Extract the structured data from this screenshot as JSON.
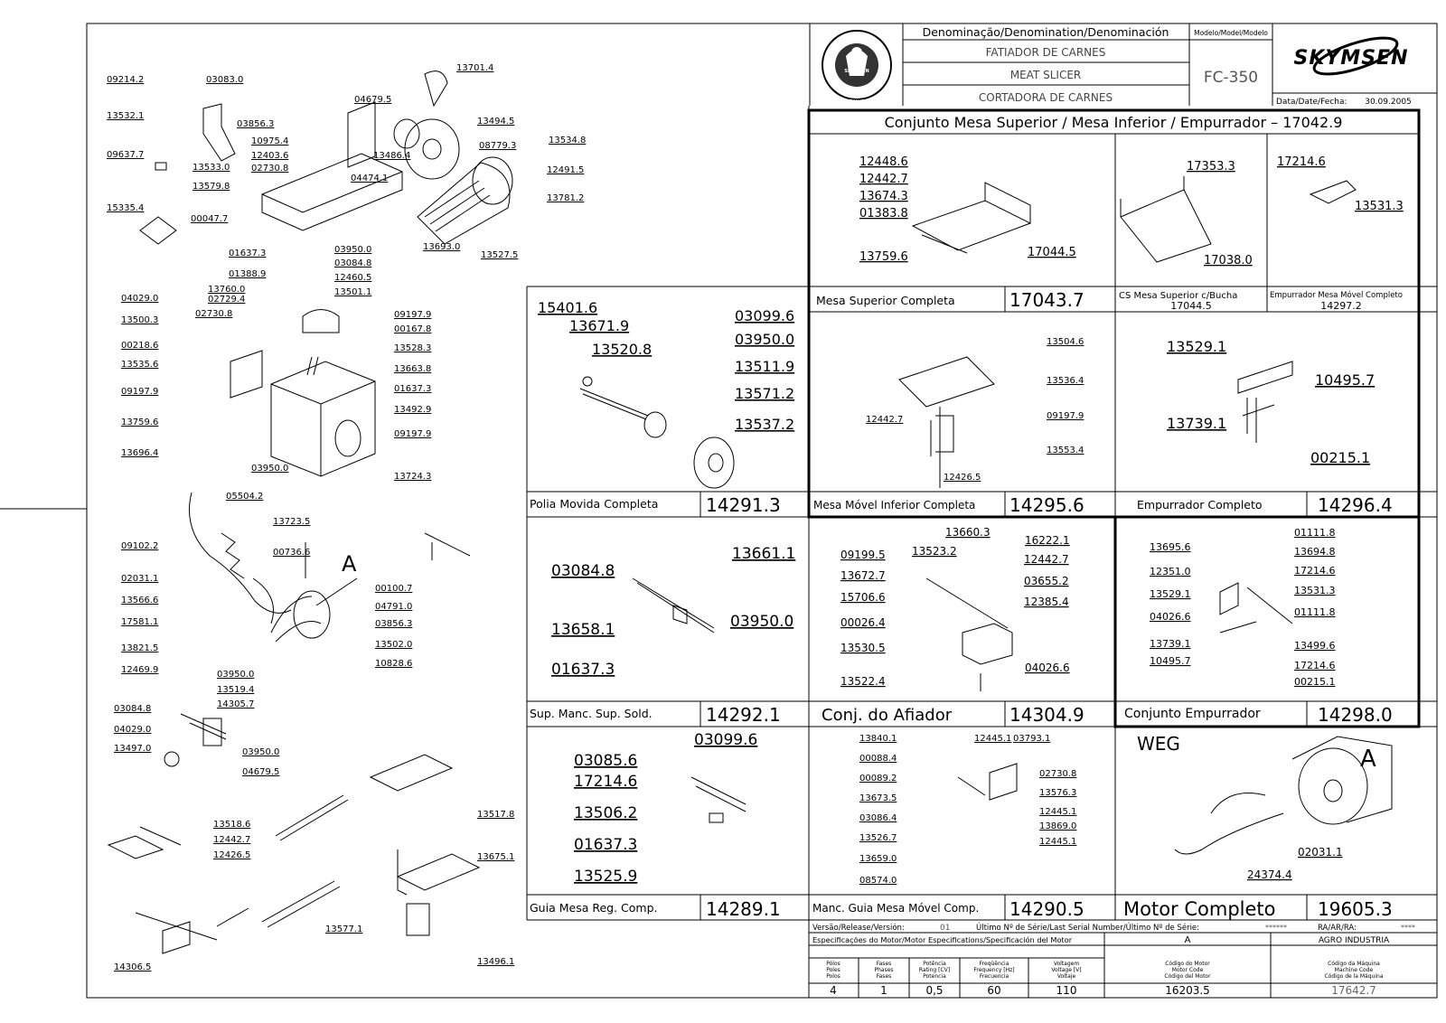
{
  "header": {
    "denomination_label": "Denominação/Denomination/Denominación",
    "names": [
      "FATIADOR DE CARNES",
      "MEAT SLICER",
      "CORTADORA DE CARNES"
    ],
    "model_label": "Modelo/Model/Modelo",
    "model": "FC-350",
    "brand": "SKYMSEN",
    "date_label": "Data/Date/Fecha:",
    "date": "30.09.2005",
    "seal_text": "ASSISTÊNCIA TÉCNICA AUTORIZADA"
  },
  "assembly_title": "Conjunto  Mesa  Superior  /  Mesa  Inferior  /  Empurrador  –  17042.9",
  "panels": {
    "mesa_superior": {
      "caption": "Mesa  Superior  Completa",
      "code": "17043.7",
      "labels": [
        "12448.6",
        "12442.7",
        "13674.3",
        "01383.8",
        "13759.6",
        "17044.5"
      ]
    },
    "cs_mesa": {
      "caption": "CS Mesa Superior c/Bucha",
      "code": "17044.5",
      "labels": [
        "17353.3",
        "17038.0"
      ]
    },
    "empurrador_movel": {
      "caption": "Empurrador Mesa Móvel Completo",
      "code": "14297.2",
      "labels": [
        "17214.6",
        "13531.3"
      ]
    },
    "polia": {
      "caption": "Polia  Movida  Completa",
      "code": "14291.3",
      "labels": [
        "15401.6",
        "13671.9",
        "13520.8",
        "03099.6",
        "03950.0",
        "13511.9",
        "13571.2",
        "13537.2"
      ]
    },
    "mesa_movel": {
      "caption": "Mesa  Móvel  Inferior  Completa",
      "code": "14295.6",
      "labels": [
        "13504.6",
        "13536.4",
        "09197.9",
        "12442.7",
        "13553.4",
        "12426.5"
      ]
    },
    "empurrador": {
      "caption": "Empurrador  Completo",
      "code": "14296.4",
      "labels": [
        "13529.1",
        "10495.7",
        "13739.1",
        "00215.1"
      ]
    },
    "suporte": {
      "caption": "Sup. Manc. Sup. Sold.",
      "code": "14292.1",
      "labels": [
        "03084.8",
        "13661.1",
        "13658.1",
        "03950.0",
        "01637.3"
      ]
    },
    "afiador": {
      "caption": "Conj.  do  Afiador",
      "code": "14304.9",
      "labels": [
        "13660.3",
        "16222.1",
        "09199.5",
        "13523.2",
        "12442.7",
        "13672.7",
        "03655.2",
        "15706.6",
        "12385.4",
        "00026.4",
        "13530.5",
        "04026.6",
        "13522.4"
      ]
    },
    "conj_empurrador": {
      "caption": "Conjunto  Empurrador",
      "code": "14298.0",
      "labels": [
        "13695.6",
        "01111.8",
        "13694.8",
        "12351.0",
        "17214.6",
        "13529.1",
        "13531.3",
        "04026.6",
        "01111.8",
        "13739.1",
        "13499.6",
        "10495.7",
        "17214.6",
        "00215.1"
      ]
    },
    "guia": {
      "caption": "Guia  Mesa  Reg.  Comp.",
      "code": "14289.1",
      "labels": [
        "03099.6",
        "03085.6",
        "17214.6",
        "13506.2",
        "01637.3",
        "13525.9"
      ]
    },
    "manc_guia": {
      "caption": "Manc.  Guia  Mesa  Móvel  Comp.",
      "code": "14290.5",
      "labels": [
        "13840.1",
        "12445.1",
        "03793.1",
        "00088.4",
        "02730.8",
        "00089.2",
        "13576.3",
        "13673.5",
        "12445.1",
        "03086.4",
        "13869.0",
        "13526.7",
        "12445.1",
        "13659.0",
        "08574.0"
      ]
    },
    "motor": {
      "caption": "Motor  Completo",
      "code": "19605.3",
      "brand": "WEG",
      "detail": "A",
      "labels": [
        "02031.1",
        "24374.4"
      ]
    }
  },
  "main_labels": [
    "09214.2",
    "03083.0",
    "13701.4",
    "13532.1",
    "04679.5",
    "03856.3",
    "13494.5",
    "10975.4",
    "13486.4",
    "08779.3",
    "13534.8",
    "09637.7",
    "12403.6",
    "02730.8",
    "04474.1",
    "12491.5",
    "13533.0",
    "13579.8",
    "13781.2",
    "15335.4",
    "00047.7",
    "13693.0",
    "13527.5",
    "01637.3",
    "03950.0",
    "03084.8",
    "01388.9",
    "12460.5",
    "13501.1",
    "13760.0",
    "04029.0",
    "02729.4",
    "09197.9",
    "02730.8",
    "00167.8",
    "13500.3",
    "13528.3",
    "00218.6",
    "13535.6",
    "13663.8",
    "01637.3",
    "09197.9",
    "13492.9",
    "13759.6",
    "09197.9",
    "13696.4",
    "03950.0",
    "13724.3",
    "05504.2",
    "13723.5",
    "09102.2",
    "00736.6",
    "02031.1",
    "00100.7",
    "13566.6",
    "04791.0",
    "03856.3",
    "17581.1",
    "13502.0",
    "13821.5",
    "10828.6",
    "12469.9",
    "03950.0",
    "13519.4",
    "03084.8",
    "14305.7",
    "04029.0",
    "03950.0",
    "13497.0",
    "04679.5",
    "13518.6",
    "12442.7",
    "12426.5",
    "13517.8",
    "13675.1",
    "13577.1",
    "14306.5",
    "13496.1"
  ],
  "detail_letter": "A",
  "footer": {
    "version_label": "Versão/Release/Versión:",
    "version": "01",
    "serial_label": "Último Nº de Série/Last Serial Number/Último Nº de Série:",
    "serial": "******",
    "ra_label": "RA/AR/RA:",
    "ra": "****",
    "motor_spec_label": "Especificações do Motor/Motor Especifications/Specificación del Motor",
    "motor_col_a": "A",
    "agro": "AGRO INDUSTRIA",
    "spec_headers": [
      "Pólos\nPoles\nPolos",
      "Fases\nPhases\nFases",
      "Potência\nRating [CV]\nPotencia",
      "Freqüência\nFrequency [Hz]\nFrecuencia",
      "Voltagem\nVoltage [V]\nVoltaje",
      "Código do Motor\nMotor Code\nCódigo del Motor",
      "Código da Máquina\nMachine Code\nCódigo de la Máquina"
    ],
    "spec_values": [
      "4",
      "1",
      "0,5",
      "60",
      "110",
      "16203.5",
      "17642.7"
    ]
  }
}
